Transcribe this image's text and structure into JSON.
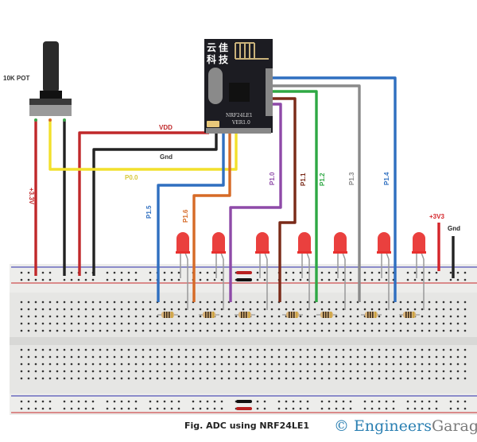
{
  "figure": {
    "caption": "Fig. ADC using NRF24LE1",
    "brand_symbol": "©",
    "brand_part1": "Engineers",
    "brand_part2": "Garage"
  },
  "components": {
    "potentiometer": {
      "label": "10K POT"
    },
    "module": {
      "chip_text": "NRF24LE1",
      "version_text": "VER1.0",
      "logo_chars": [
        "云",
        "佳",
        "科",
        "技"
      ]
    },
    "leds": {
      "count": 7,
      "color": "#e8302e"
    },
    "resistors": {
      "count": 7
    }
  },
  "wires": [
    {
      "id": "vdd",
      "label": "VDD",
      "color": "#c0282a"
    },
    {
      "id": "gnd",
      "label": "Gnd",
      "color": "#222222"
    },
    {
      "id": "p00",
      "label": "P0.0",
      "color": "#f2e02c"
    },
    {
      "id": "p15",
      "label": "P1.5",
      "color": "#2f6fc0"
    },
    {
      "id": "p16",
      "label": "P1.6",
      "color": "#d66a26"
    },
    {
      "id": "p10",
      "label": "P1.0",
      "color": "#8e4aa8"
    },
    {
      "id": "p11",
      "label": "P1.1",
      "color": "#7a2a18"
    },
    {
      "id": "p12",
      "label": "P1.2",
      "color": "#2ea844"
    },
    {
      "id": "p13",
      "label": "P1.3",
      "color": "#8a8a8a"
    },
    {
      "id": "p14",
      "label": "P1.4",
      "color": "#2f6fc0"
    },
    {
      "id": "v33_pot",
      "label": "+3.3V",
      "color": "#c0282a"
    },
    {
      "id": "v33_rail",
      "label": "+3V3",
      "color": "#d4252a"
    },
    {
      "id": "gnd_rail",
      "label": "Gnd",
      "color": "#222222"
    }
  ]
}
